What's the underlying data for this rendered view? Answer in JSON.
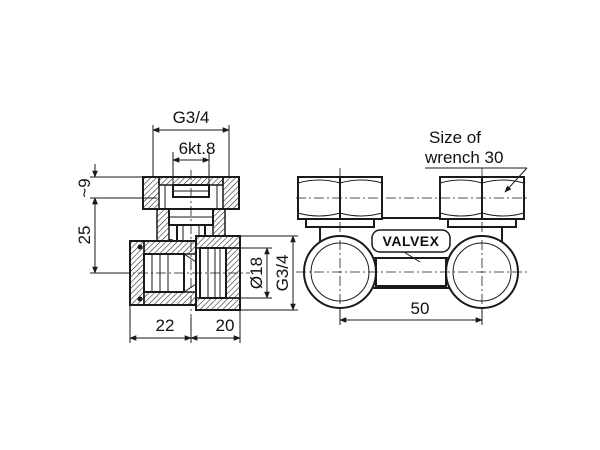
{
  "dimensions": {
    "top_thread": "G3/4",
    "hex_socket": "6kt.8",
    "cap_height": "~9",
    "height": "25",
    "left_length": "22",
    "right_length": "20",
    "inner_diameter": "Ø18",
    "side_thread": "G3/4",
    "spacing": "50"
  },
  "notes": {
    "wrench_line1": "Size of",
    "wrench_line2": "wrench 30"
  },
  "brand": "VALVEX"
}
